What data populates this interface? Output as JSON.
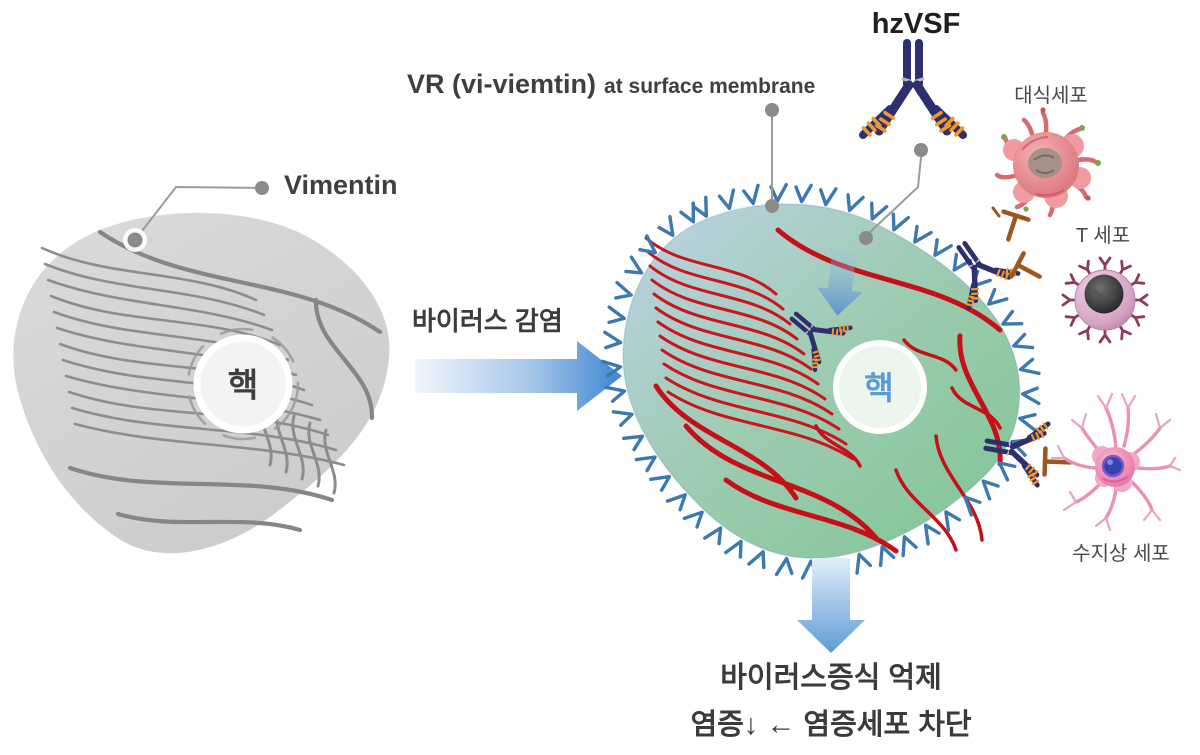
{
  "figure": {
    "title_labels": {
      "vimentin": "Vimentin",
      "infection": "바이러스 감염",
      "vr_main": "VR (vi-viemtin)",
      "vr_sub": "at surface membrane",
      "hzvsf": "hzVSF"
    },
    "healthy_cell": {
      "nucleus": "핵"
    },
    "infected_cell": {
      "nucleus": "핵"
    },
    "immune_cells": [
      {
        "id": "macrophage",
        "label": "대식세포"
      },
      {
        "id": "t-cell",
        "label": "T 세포"
      },
      {
        "id": "dendritic-cell",
        "label": "수지상 세포"
      }
    ],
    "outcome": {
      "line1": "바이러스증식 억제",
      "line2": "염증↓ ← 염증세포 차단"
    },
    "colors": {
      "antibody_navy": "#2e2f6e",
      "antibody_stripe_orange": "#f2982a",
      "vimentin_red": "#c9151b",
      "vimentin_red_dark": "#c41016",
      "membrane_spike_blue": "#3c79ae",
      "healthy_cell_gray": "#d5d5d5",
      "healthy_filament_gray": "#8d8d8d",
      "infected_cell_blue": "#bdd3e6",
      "infected_cell_green": "#7fc594",
      "nucleus_label_blue": "#5b9bd5",
      "blocker_brown": "#9c5620",
      "arrow_blue": "#3e86d1",
      "pointer_gray": "#9b9b9b"
    }
  }
}
